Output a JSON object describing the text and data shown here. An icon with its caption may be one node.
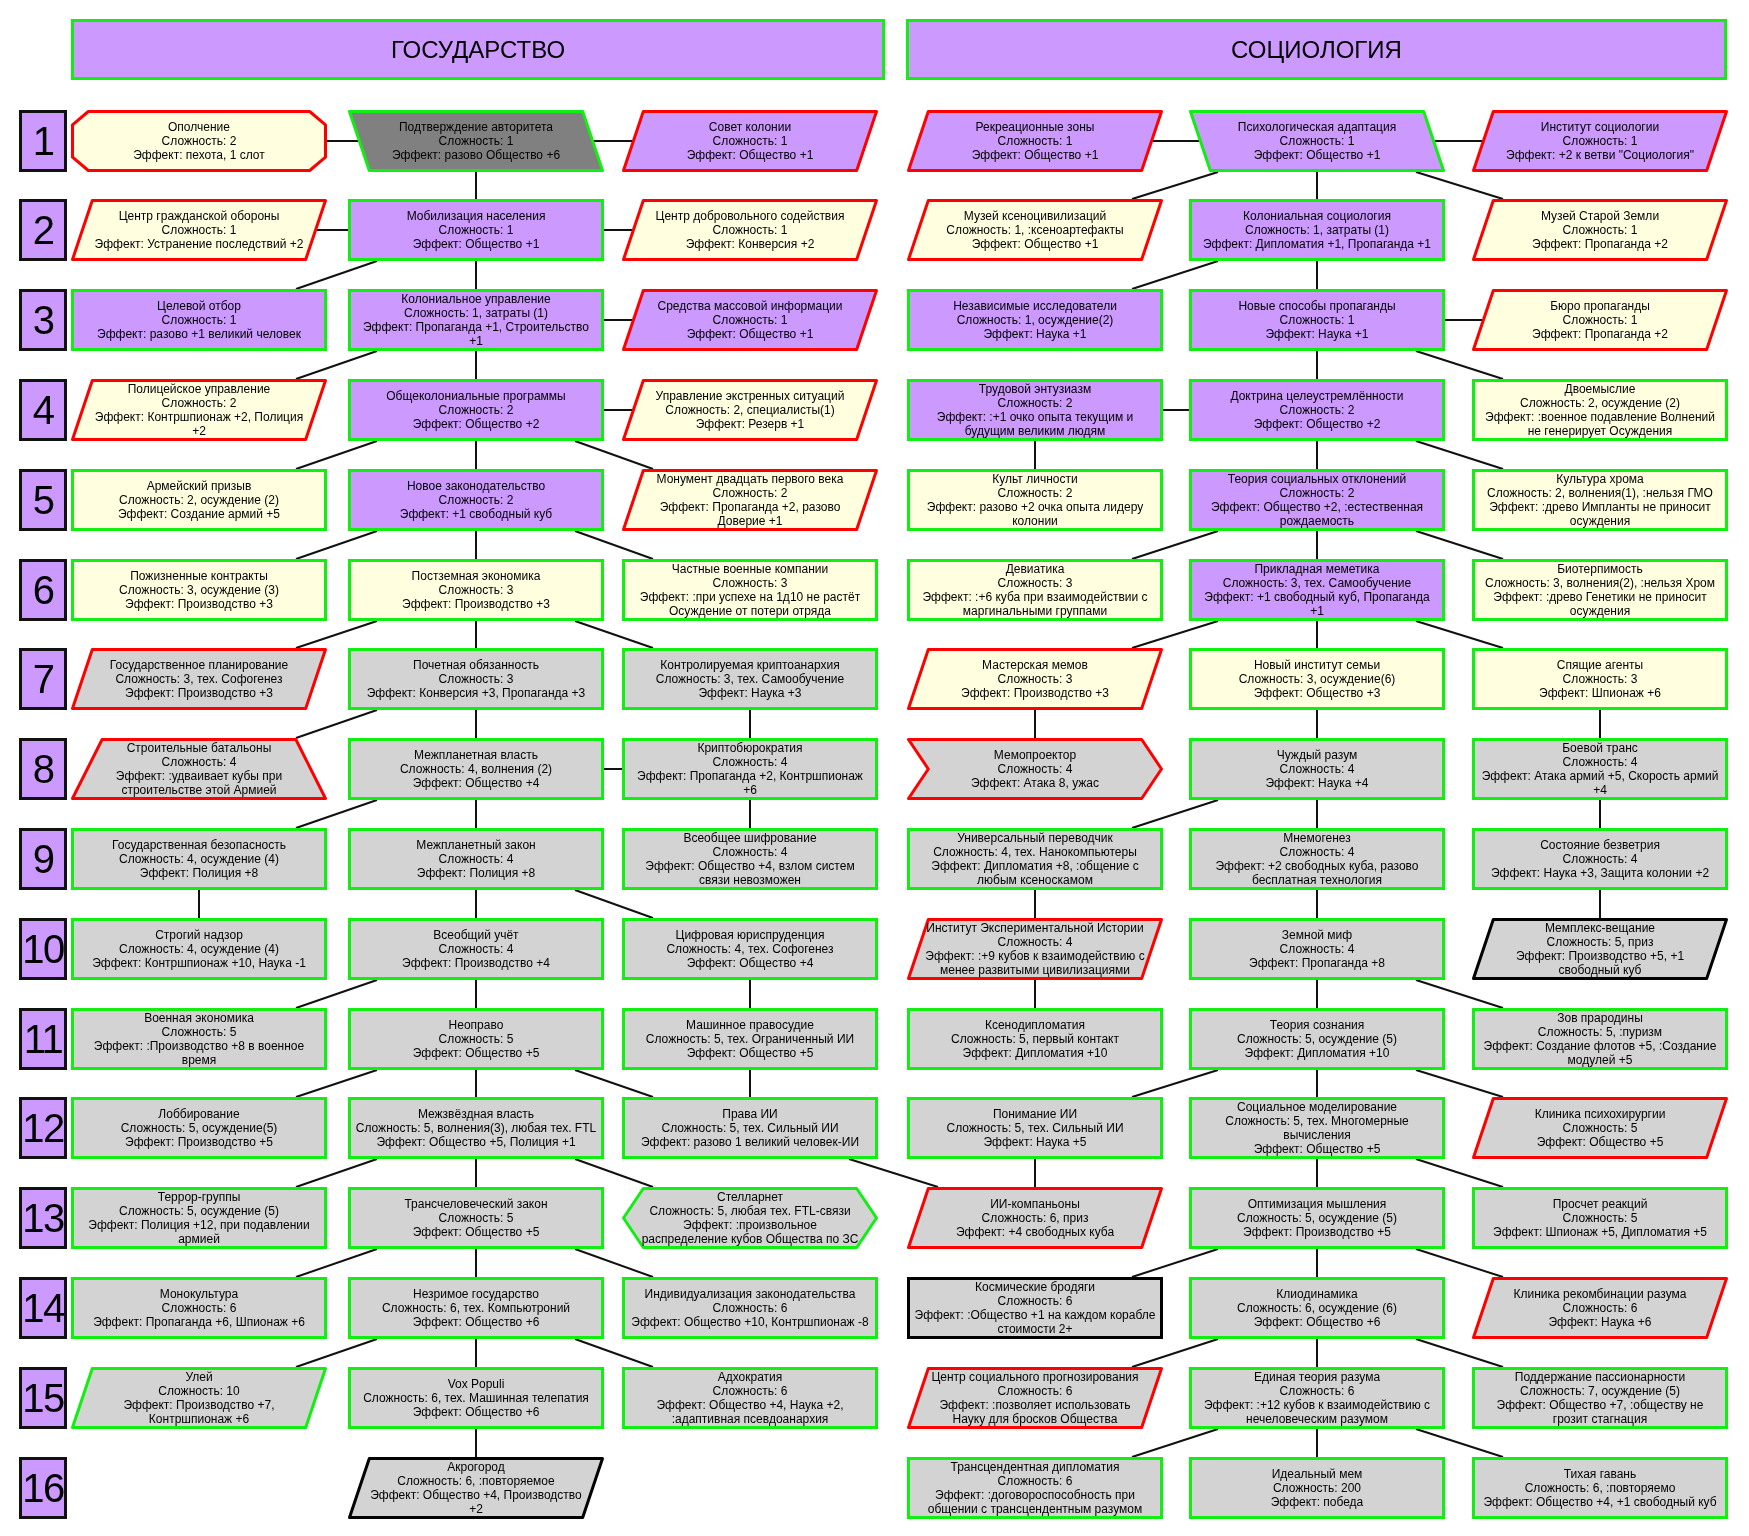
{
  "diagram": {
    "nodes": [
      {
        "text": [
          "ГОСУДАРСТВО"
        ]
      },
      {
        "text": [
          "СОЦИОЛОГИЯ"
        ]
      },
      {
        "text": [
          "1"
        ]
      },
      {
        "text": [
          "Ополчение",
          "Сложность: 2",
          "Эффект: пехота, 1 слот"
        ]
      },
      {
        "text": [
          "Подтверждение авторитета",
          "Сложность: 1",
          "Эффект: разово Общество +6"
        ]
      },
      {
        "text": [
          "Совет колонии",
          "Сложность: 1",
          "Эффект: Общество +1"
        ]
      },
      {
        "text": [
          "Рекреационные зоны",
          "Сложность: 1",
          "Эффект: Общество +1"
        ]
      },
      {
        "text": [
          "Психологическая адаптация",
          "Сложность: 1",
          "Эффект: Общество +1"
        ]
      },
      {
        "text": [
          "Институт социологии",
          "Сложность: 1",
          "Эффект: +2 к ветви \"Социология\""
        ]
      },
      {
        "text": [
          "2"
        ]
      },
      {
        "text": [
          "Центр гражданской обороны",
          "Сложность: 1",
          "Эффект: Устранение последствий +2"
        ]
      },
      {
        "text": [
          "Мобилизация населения",
          "Сложность: 1",
          "Эффект: Общество +1"
        ]
      },
      {
        "text": [
          "Центр добровольного содействия",
          "Сложность: 1",
          "Эффект: Конверсия +2"
        ]
      },
      {
        "text": [
          "Музей ксеноцивилизаций",
          "Сложность: 1, :ксеноартефакты",
          "Эффект: Общество +1"
        ]
      },
      {
        "text": [
          "Колониальная социология",
          "Сложность: 1, затраты (1)",
          "Эффект: Дипломатия +1, Пропаганда +1"
        ]
      },
      {
        "text": [
          "Музей Старой Земли",
          "Сложность: 1",
          "Эффект: Пропаганда +2"
        ]
      },
      {
        "text": [
          "3"
        ]
      },
      {
        "text": [
          "Целевой отбор",
          "Сложность: 1",
          "Эффект: разово +1 великий человек"
        ]
      },
      {
        "text": [
          "Колониальное управление",
          "Сложность: 1, затраты (1)",
          "Эффект: Пропаганда +1, Строительство +1"
        ]
      },
      {
        "text": [
          "Средства массовой информации",
          "Сложность: 1",
          "Эффект: Общество +1"
        ]
      },
      {
        "text": [
          "Независимые исследователи",
          "Сложность: 1, осуждение(2)",
          "Эффект: Наука +1"
        ]
      },
      {
        "text": [
          "Новые способы пропаганды",
          "Сложность: 1",
          "Эффект: Наука +1"
        ]
      },
      {
        "text": [
          "Бюро пропаганды",
          "Сложность: 1",
          "Эффект: Пропаганда +2"
        ]
      },
      {
        "text": [
          "4"
        ]
      },
      {
        "text": [
          "Полицейское управление",
          "Сложность: 2",
          "Эффект: Контршпионаж +2, Полиция +2"
        ]
      },
      {
        "text": [
          "Общеколониальные программы",
          "Сложность: 2",
          "Эффект: Общество +2"
        ]
      },
      {
        "text": [
          "Управление экстренных ситуаций",
          "Сложность: 2, специалисты(1)",
          "Эффект: Резерв +1"
        ]
      },
      {
        "text": [
          "Трудовой энтузиазм",
          "Сложность: 2",
          "Эффект: :+1 очко опыта текущим и будущим великим людям"
        ]
      },
      {
        "text": [
          "Доктрина целеустремлённости",
          "Сложность: 2",
          "Эффект: Общество +2"
        ]
      },
      {
        "text": [
          "Двоемыслие",
          "Сложность: 2, осуждение (2)",
          "Эффект: :военное подавление Волнений не генерирует Осуждения"
        ]
      },
      {
        "text": [
          "5"
        ]
      },
      {
        "text": [
          "Армейский призыв",
          "Сложность: 2, осуждение (2)",
          "Эффект: Создание армий +5"
        ]
      },
      {
        "text": [
          "Новое законодательство",
          "Сложность: 2",
          "Эффект: +1 свободный куб"
        ]
      },
      {
        "text": [
          "Монумент двадцать первого века",
          "Сложность: 2",
          "Эффект: Пропаганда +2, разово Доверие +1"
        ]
      },
      {
        "text": [
          "Культ личности",
          "Сложность: 2",
          "Эффект: разово +2 очка опыта лидеру колонии"
        ]
      },
      {
        "text": [
          "Теория социальных отклонений",
          "Сложность: 2",
          "Эффект: Общество +2, :естественная рождаемость"
        ]
      },
      {
        "text": [
          "Культура хрома",
          "Сложность: 2, волнения(1), :нельзя ГМО",
          "Эффект: :древо Импланты не приносит осуждения"
        ]
      },
      {
        "text": [
          "6"
        ]
      },
      {
        "text": [
          "Пожизненные контракты",
          "Сложность: 3, осуждение (3)",
          "Эффект: Производство +3"
        ]
      },
      {
        "text": [
          "Постземная экономика",
          "Сложность: 3",
          "Эффект: Производство +3"
        ]
      },
      {
        "text": [
          "Частные военные компании",
          "Сложность: 3",
          "Эффект: :при успехе на 1д10 не растёт Осуждение от потери отряда"
        ]
      },
      {
        "text": [
          "Девиатика",
          "Сложность: 3",
          "Эффект: :+6 куба при взаимодействии с маргинальными группами"
        ]
      },
      {
        "text": [
          "Прикладная меметика",
          "Сложность: 3, тех. Самообучение",
          "Эффект: +1 свободный куб, Пропаганда +1"
        ]
      },
      {
        "text": [
          "Биотерпимость",
          "Сложность: 3, волнения(2), :нельзя Хром",
          "Эффект: :древо Генетики не приносит осуждения"
        ]
      },
      {
        "text": [
          "7"
        ]
      },
      {
        "text": [
          "Государственное планирование",
          "Сложность: 3, тех. Софогенез",
          "Эффект: Производство +3"
        ]
      },
      {
        "text": [
          "Почетная обязанность",
          "Сложность: 3",
          "Эффект: Конверсия +3, Пропаганда +3"
        ]
      },
      {
        "text": [
          "Контролируемая криптоанархия",
          "Сложность: 3, тех. Самообучение",
          "Эффект: Наука +3"
        ]
      },
      {
        "text": [
          "Мастерская мемов",
          "Сложность: 3",
          "Эффект: Производство +3"
        ]
      },
      {
        "text": [
          "Новый институт семьи",
          "Сложность: 3, осуждение(6)",
          "Эффект: Общество +3"
        ]
      },
      {
        "text": [
          "Спящие агенты",
          "Сложность: 3",
          "Эффект: Шпионаж +6"
        ]
      },
      {
        "text": [
          "8"
        ]
      },
      {
        "text": [
          "Строительные батальоны",
          "Сложность: 4",
          "Эффект: :удваивает кубы при строительстве этой Армией"
        ]
      },
      {
        "text": [
          "Межпланетная власть",
          "Сложность: 4, волнения (2)",
          "Эффект: Общество +4"
        ]
      },
      {
        "text": [
          "Криптобюрократия",
          "Сложность: 4",
          "Эффект: Пропаганда +2, Контршпионаж +6"
        ]
      },
      {
        "text": [
          "Мемопроектор",
          "Сложность: 4",
          "Эффект: Атака 8, ужас"
        ]
      },
      {
        "text": [
          "Чуждый разум",
          "Сложность: 4",
          "Эффект: Наука +4"
        ]
      },
      {
        "text": [
          "Боевой транс",
          "Сложность: 4",
          "Эффект: Атака армий +5, Скорость армий +4"
        ]
      },
      {
        "text": [
          "9"
        ]
      },
      {
        "text": [
          "Государственная безопасность",
          "Сложность: 4, осуждение (4)",
          "Эффект: Полиция +8"
        ]
      },
      {
        "text": [
          "Межпланетный закон",
          "Сложность: 4",
          "Эффект: Полиция +8"
        ]
      },
      {
        "text": [
          "Всеобщее шифрование",
          "Сложность: 4",
          "Эффект: Общество +4, взлом систем связи невозможен"
        ]
      },
      {
        "text": [
          "Универсальный переводчик",
          "Сложность: 4, тех. Нанокомпьютеры",
          "Эффект: Дипломатия +8, :общение с любым ксеноскамом"
        ]
      },
      {
        "text": [
          "Мнемогенез",
          "Сложность: 4",
          "Эффект: +2 свободных куба, разово бесплатная технология"
        ]
      },
      {
        "text": [
          "Состояние безветрия",
          "Сложность: 4",
          "Эффект: Наука +3, Защита колонии +2"
        ]
      },
      {
        "text": [
          "10"
        ]
      },
      {
        "text": [
          "Строгий надзор",
          "Сложность: 4, осуждение (4)",
          "Эффект: Контршпионаж +10, Наука -1"
        ]
      },
      {
        "text": [
          "Всеобщий учёт",
          "Сложность: 4",
          "Эффект: Производство +4"
        ]
      },
      {
        "text": [
          "Цифровая юриспруденция",
          "Сложность: 4, тех. Софогенез",
          "Эффект: Общество +4"
        ]
      },
      {
        "text": [
          "Институт Экспериментальной Истории",
          "Сложность: 4",
          "Эффект: :+9 кубов к взаимодействию с менее развитыми цивилизациями"
        ]
      },
      {
        "text": [
          "Земной миф",
          "Сложность: 4",
          "Эффект: Пропаганда +8"
        ]
      },
      {
        "text": [
          "Мемплекс-вещание",
          "Сложность: 5, приз",
          "Эффект: Производство +5, +1 свободный куб"
        ]
      },
      {
        "text": [
          "11"
        ]
      },
      {
        "text": [
          "Военная экономика",
          "Сложность: 5",
          "Эффект: :Производство +8 в военное время"
        ]
      },
      {
        "text": [
          "Неоправо",
          "Сложность: 5",
          "Эффект: Общество +5"
        ]
      },
      {
        "text": [
          "Машинное правосудие",
          "Сложность: 5, тех. Ограниченный ИИ",
          "Эффект: Общество +5"
        ]
      },
      {
        "text": [
          "Ксенодипломатия",
          "Сложность: 5, первый контакт",
          "Эффект: Дипломатия +10"
        ]
      },
      {
        "text": [
          "Теория сознания",
          "Сложность: 5, осуждение (5)",
          "Эффект: Дипломатия +10"
        ]
      },
      {
        "text": [
          "Зов прародины",
          "Сложность: 5, :пуризм",
          "Эффект: Создание флотов +5, :Создание модулей +5"
        ]
      },
      {
        "text": [
          "12"
        ]
      },
      {
        "text": [
          "Лоббирование",
          "Сложность: 5, осуждение(5)",
          "Эффект: Производство +5"
        ]
      },
      {
        "text": [
          "Межзвёздная власть",
          "Сложность: 5, волнения(3), любая тех. FTL",
          "Эффект: Общество +5, Полиция +1"
        ]
      },
      {
        "text": [
          "Права ИИ",
          "Сложность: 5, тех. Сильный ИИ",
          "Эффект: разово 1 великий человек-ИИ"
        ]
      },
      {
        "text": [
          "Понимание ИИ",
          "Сложность: 5, тех. Сильный ИИ",
          "Эффект: Наука +5"
        ]
      },
      {
        "text": [
          "Социальное моделирование",
          "Сложность: 5, тех. Многомерные вычисления",
          "Эффект: Общество +5"
        ]
      },
      {
        "text": [
          "Клиника психохирургии",
          "Сложность: 5",
          "Эффект: Общество +5"
        ]
      },
      {
        "text": [
          "13"
        ]
      },
      {
        "text": [
          "Террор-группы",
          "Сложность: 5, осуждение (5)",
          "Эффект: Полиция +12, при подавлении армией"
        ]
      },
      {
        "text": [
          "Трансчеловеческий закон",
          "Сложность: 5",
          "Эффект: Общество +5"
        ]
      },
      {
        "text": [
          "Стелларнет",
          "Сложность: 5, любая тех. FTL-связи",
          "Эффект: :произвольное распределение кубов Общества по ЗС"
        ]
      },
      {
        "text": [
          "ИИ-компаньоны",
          "Сложность: 6, приз",
          "Эффект: +4 свободных куба"
        ]
      },
      {
        "text": [
          "Оптимизация мышления",
          "Сложность: 5, осуждение (5)",
          "Эффект: Производство +5"
        ]
      },
      {
        "text": [
          "Просчет реакций",
          "Сложность: 5",
          "Эффект: Шпионаж +5, Дипломатия +5"
        ]
      },
      {
        "text": [
          "14"
        ]
      },
      {
        "text": [
          "Монокультура",
          "Сложность: 6",
          "Эффект: Пропаганда +6, Шпионаж +6"
        ]
      },
      {
        "text": [
          "Незримое государство",
          "Сложность: 6, тех. Компьютроний",
          "Эффект: Общество +6"
        ]
      },
      {
        "text": [
          "Индивидуализация законодательства",
          "Сложность: 6",
          "Эффект: Общество +10, Контршпионаж -8"
        ]
      },
      {
        "text": [
          "Космические бродяги",
          "Сложность: 6",
          "Эффект: :Общество +1 на каждом корабле стоимости 2+"
        ]
      },
      {
        "text": [
          "Клиодинамика",
          "Сложность: 6, осуждение (6)",
          "Эффект: Общество +6"
        ]
      },
      {
        "text": [
          "Клиника рекомбинации разума",
          "Сложность: 6",
          "Эффект: Наука +6"
        ]
      },
      {
        "text": [
          "15"
        ]
      },
      {
        "text": [
          "Улей",
          "Сложность: 10",
          "Эффект: Производство +7, Контршпионаж +6"
        ]
      },
      {
        "text": [
          "Vox Populi",
          "Сложность: 6, тех. Машинная телепатия",
          "Эффект: Общество +6"
        ]
      },
      {
        "text": [
          "Адхократия",
          "Сложность: 6",
          "Эффект: Общество +4, Наука +2, :адаптивная псевдоанархия"
        ]
      },
      {
        "text": [
          "Центр социального прогнозирования",
          "Сложность: 6",
          "Эффект: :позволяет использовать Науку для бросков Общества"
        ]
      },
      {
        "text": [
          "Единая теория разума",
          "Сложность: 6",
          "Эффект: :+12 кубов к взаимодействию с нечеловеческим разумом"
        ]
      },
      {
        "text": [
          "Поддержание пассионарности",
          "Сложность: 7, осуждение (5)",
          "Эффект: Общество +7, :обществу не грозит стагнация"
        ]
      },
      {
        "text": [
          "16"
        ]
      },
      {
        "text": [
          "Акрогород",
          "Сложность: 6, :повторяемое",
          "Эффект: Общество +4, Производство +2"
        ]
      },
      {
        "text": [
          "Трансцендентная дипломатия",
          "Сложность: 6",
          "Эффект: :договороспособность при общении с трансцендентным разумом"
        ]
      },
      {
        "text": [
          "Идеальный мем",
          "Сложность: 200",
          "Эффект: победа"
        ]
      },
      {
        "text": [
          "Тихая гавань",
          "Сложность: 6, :повторяемо",
          "Эффект: Общество +4, +1 свободный куб"
        ]
      }
    ],
    "edges": [
      {
        "from": 4,
        "to": 3,
        "arrow": "none"
      },
      {
        "from": 4,
        "to": 5,
        "arrow": "none"
      },
      {
        "from": 4,
        "to": 11,
        "arrow": "none"
      },
      {
        "from": 11,
        "to": 10,
        "arrow": "none"
      },
      {
        "from": 11,
        "to": 12,
        "arrow": "none"
      },
      {
        "from": 11,
        "to": 17,
        "arrow": "none"
      },
      {
        "from": 11,
        "to": 18,
        "arrow": "none"
      },
      {
        "from": 18,
        "to": 19,
        "arrow": "none"
      },
      {
        "from": 18,
        "to": 24,
        "arrow": "none"
      },
      {
        "from": 18,
        "to": 25,
        "arrow": "none"
      },
      {
        "from": 25,
        "to": 26,
        "arrow": "none"
      },
      {
        "from": 25,
        "to": 31,
        "arrow": "none"
      },
      {
        "from": 25,
        "to": 32,
        "arrow": "none"
      },
      {
        "from": 25,
        "to": 33,
        "arrow": "none"
      },
      {
        "from": 32,
        "to": 38,
        "arrow": "none"
      },
      {
        "from": 32,
        "to": 39,
        "arrow": "none"
      },
      {
        "from": 32,
        "to": 40,
        "arrow": "none"
      },
      {
        "from": 39,
        "to": 45,
        "arrow": "none"
      },
      {
        "from": 39,
        "to": 46,
        "arrow": "none"
      },
      {
        "from": 39,
        "to": 47,
        "arrow": "none"
      },
      {
        "from": 46,
        "to": 52,
        "arrow": "none"
      },
      {
        "from": 46,
        "to": 53,
        "arrow": "none"
      },
      {
        "from": 47,
        "to": 54,
        "arrow": "none"
      },
      {
        "from": 53,
        "to": 54,
        "arrow": "none"
      },
      {
        "from": 53,
        "to": 59,
        "arrow": "none"
      },
      {
        "from": 53,
        "to": 60,
        "arrow": "none"
      },
      {
        "from": 54,
        "to": 61,
        "arrow": "none"
      },
      {
        "from": 59,
        "to": 66,
        "arrow": "none"
      },
      {
        "from": 60,
        "to": 67,
        "arrow": "none"
      },
      {
        "from": 60,
        "to": 68,
        "arrow": "none"
      },
      {
        "from": 67,
        "to": 73,
        "arrow": "none"
      },
      {
        "from": 67,
        "to": 74,
        "arrow": "none"
      },
      {
        "from": 68,
        "to": 75,
        "arrow": "none"
      },
      {
        "from": 74,
        "to": 80,
        "arrow": "none"
      },
      {
        "from": 74,
        "to": 81,
        "arrow": "none"
      },
      {
        "from": 74,
        "to": 82,
        "arrow": "none"
      },
      {
        "from": 75,
        "to": 82,
        "arrow": "none"
      },
      {
        "from": 81,
        "to": 87,
        "arrow": "none"
      },
      {
        "from": 81,
        "to": 88,
        "arrow": "none"
      },
      {
        "from": 81,
        "to": 89,
        "arrow": "none"
      },
      {
        "from": 82,
        "to": 90,
        "arrow": "none"
      },
      {
        "from": 88,
        "to": 94,
        "arrow": "none"
      },
      {
        "from": 88,
        "to": 95,
        "arrow": "none"
      },
      {
        "from": 88,
        "to": 96,
        "arrow": "none"
      },
      {
        "from": 95,
        "to": 101,
        "arrow": "none"
      },
      {
        "from": 95,
        "to": 102,
        "arrow": "none"
      },
      {
        "from": 95,
        "to": 103,
        "arrow": "none"
      },
      {
        "from": 102,
        "to": 108,
        "arrow": "none"
      },
      {
        "from": 7,
        "to": 6,
        "arrow": "none"
      },
      {
        "from": 7,
        "to": 8,
        "arrow": "none"
      },
      {
        "from": 7,
        "to": 13,
        "arrow": "none"
      },
      {
        "from": 7,
        "to": 14,
        "arrow": "none"
      },
      {
        "from": 7,
        "to": 15,
        "arrow": "none"
      },
      {
        "from": 14,
        "to": 20,
        "arrow": "none"
      },
      {
        "from": 14,
        "to": 21,
        "arrow": "none"
      },
      {
        "from": 21,
        "to": 22,
        "arrow": "none"
      },
      {
        "from": 21,
        "to": 28,
        "arrow": "none"
      },
      {
        "from": 21,
        "to": 29,
        "arrow": "none"
      },
      {
        "from": 28,
        "to": 27,
        "arrow": "none"
      },
      {
        "from": 27,
        "to": 34,
        "arrow": "none"
      },
      {
        "from": 28,
        "to": 35,
        "arrow": "none"
      },
      {
        "from": 28,
        "to": 36,
        "arrow": "none"
      },
      {
        "from": 35,
        "to": 41,
        "arrow": "none"
      },
      {
        "from": 35,
        "to": 42,
        "arrow": "none"
      },
      {
        "from": 35,
        "to": 43,
        "arrow": "none"
      },
      {
        "from": 42,
        "to": 48,
        "arrow": "none"
      },
      {
        "from": 42,
        "to": 49,
        "arrow": "none"
      },
      {
        "from": 42,
        "to": 50,
        "arrow": "none"
      },
      {
        "from": 48,
        "to": 55,
        "arrow": "none"
      },
      {
        "from": 49,
        "to": 56,
        "arrow": "none"
      },
      {
        "from": 50,
        "to": 57,
        "arrow": "none"
      },
      {
        "from": 56,
        "to": 62,
        "arrow": "none"
      },
      {
        "from": 56,
        "to": 63,
        "arrow": "none"
      },
      {
        "from": 57,
        "to": 64,
        "arrow": "none"
      },
      {
        "from": 62,
        "to": 69,
        "arrow": "none"
      },
      {
        "from": 63,
        "to": 70,
        "arrow": "none"
      },
      {
        "from": 64,
        "to": 71,
        "arrow": "none"
      },
      {
        "from": 69,
        "to": 76,
        "arrow": "none"
      },
      {
        "from": 70,
        "to": 77,
        "arrow": "none"
      },
      {
        "from": 70,
        "to": 78,
        "arrow": "none"
      },
      {
        "from": 77,
        "to": 83,
        "arrow": "none"
      },
      {
        "from": 77,
        "to": 84,
        "arrow": "none"
      },
      {
        "from": 77,
        "to": 85,
        "arrow": "none"
      },
      {
        "from": 83,
        "to": 90,
        "arrow": "none"
      },
      {
        "from": 84,
        "to": 91,
        "arrow": "none"
      },
      {
        "from": 84,
        "to": 92,
        "arrow": "none"
      },
      {
        "from": 91,
        "to": 97,
        "arrow": "none"
      },
      {
        "from": 91,
        "to": 98,
        "arrow": "none"
      },
      {
        "from": 91,
        "to": 99,
        "arrow": "none"
      },
      {
        "from": 98,
        "to": 104,
        "arrow": "none"
      },
      {
        "from": 98,
        "to": 105,
        "arrow": "none"
      },
      {
        "from": 98,
        "to": 106,
        "arrow": "none"
      },
      {
        "from": 105,
        "to": 109,
        "arrow": "none"
      },
      {
        "from": 105,
        "to": 110,
        "arrow": "none"
      },
      {
        "from": 105,
        "to": 111,
        "arrow": "none"
      }
    ]
  }
}
